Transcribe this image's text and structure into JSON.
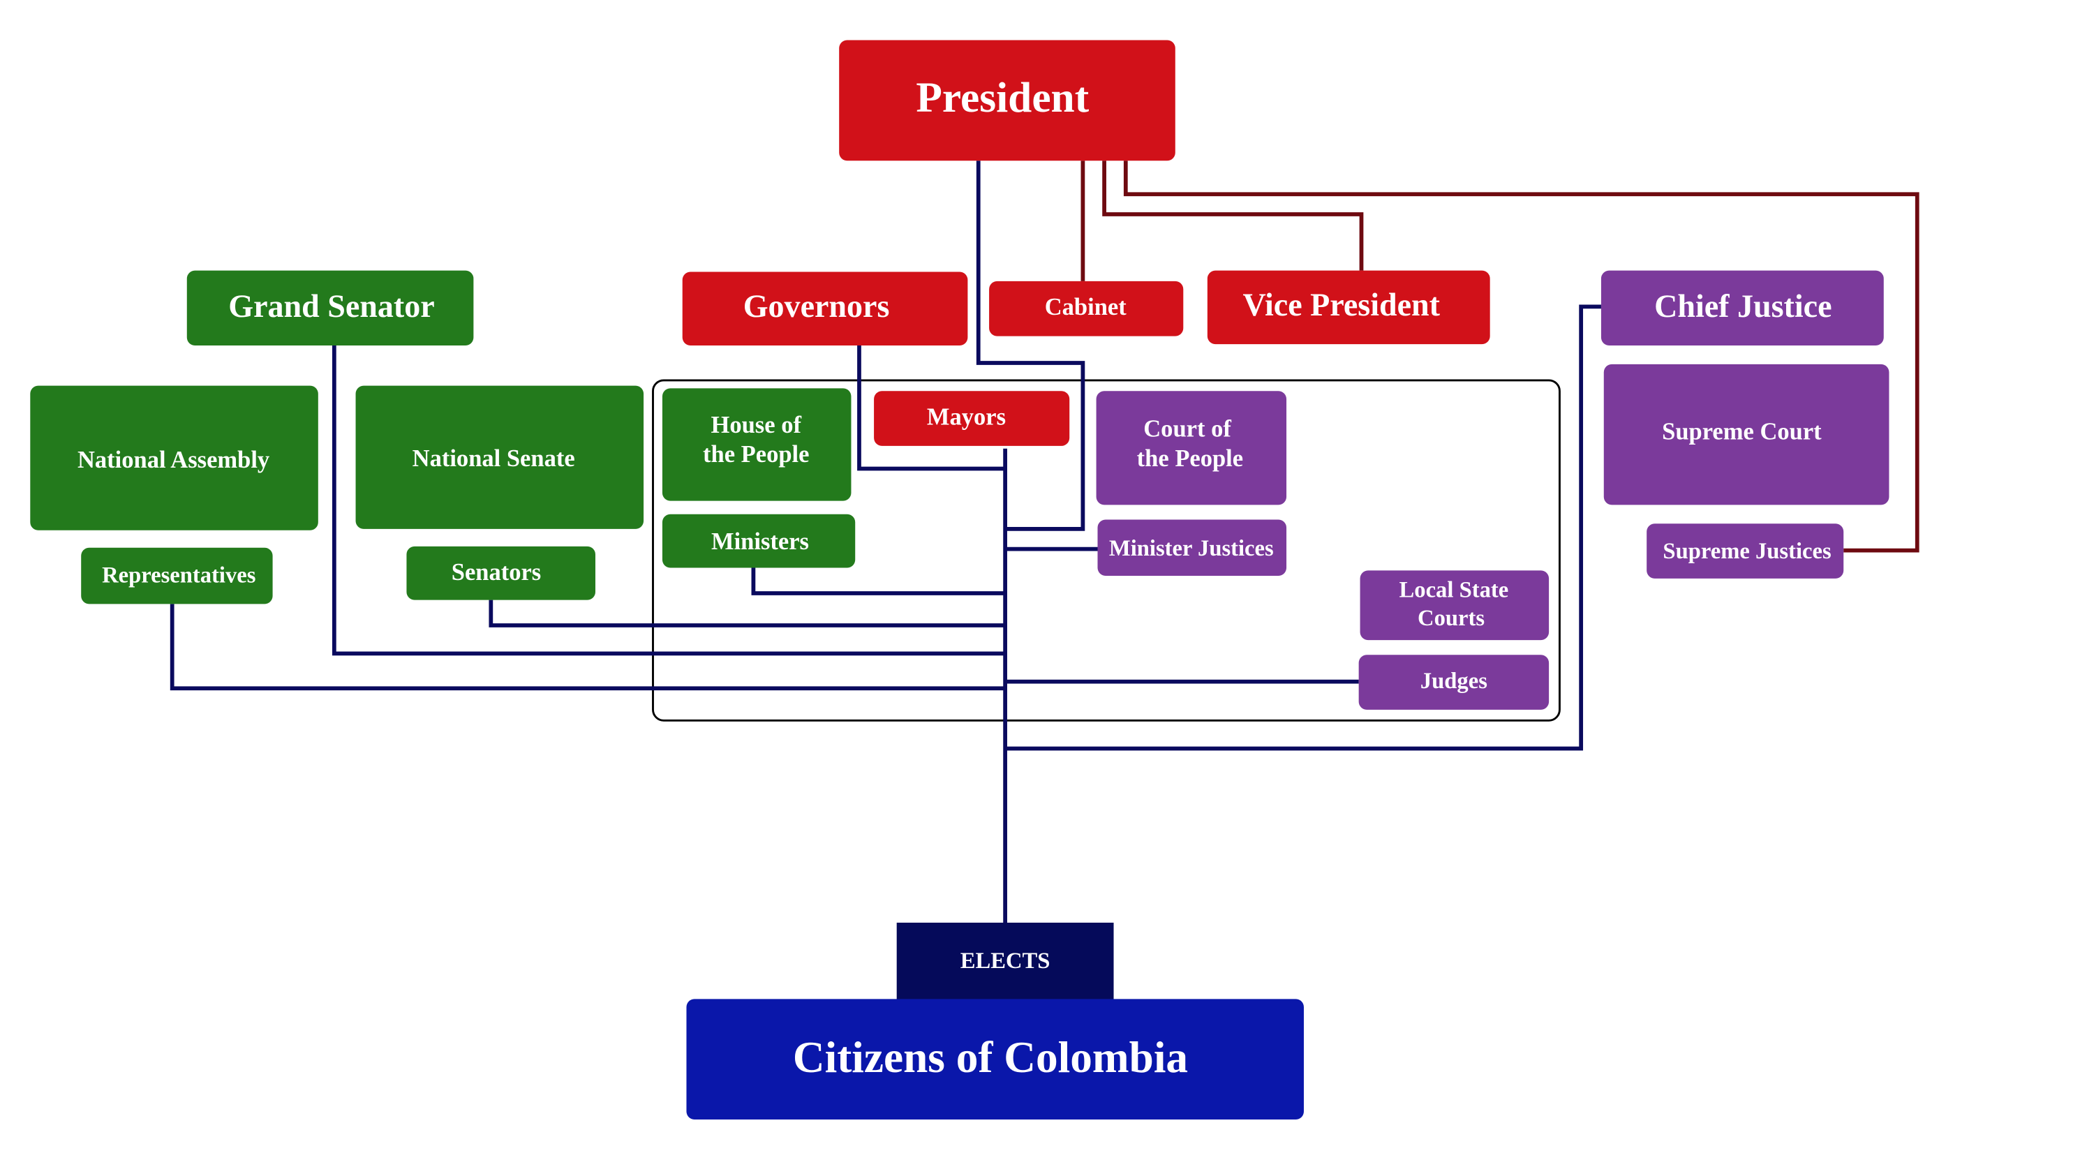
{
  "title": "Government of Colombia",
  "colors": {
    "executive": "#d11119",
    "legislative": "#237a1c",
    "judicial": "#7b3a9b",
    "elects": "#050a5a",
    "citizens": "#0a17aa",
    "line_elect": "#0a0a5e",
    "line_appoint": "#6e0a10"
  },
  "nodes": {
    "president": "President",
    "governors": "Governors",
    "cabinet": "Cabinet",
    "vice_president": "Vice President",
    "chief_justice": "Chief Justice",
    "grand_senator": "Grand Senator",
    "national_assembly": "National Assembly",
    "national_senate": "National Senate",
    "representatives": "Representatives",
    "senators": "Senators",
    "house_of_people": [
      "House of",
      "the People"
    ],
    "mayors": "Mayors",
    "court_of_people": [
      "Court of",
      "the People"
    ],
    "ministers": "Ministers",
    "minister_justices": "Minister Justices",
    "local_state_courts": [
      "Local State",
      "Courts"
    ],
    "judges": "Judges",
    "supreme_court": "Supreme Court",
    "supreme_justices": "Supreme Justices",
    "elects": "ELECTS",
    "citizens": "Citizens of Colombia"
  }
}
